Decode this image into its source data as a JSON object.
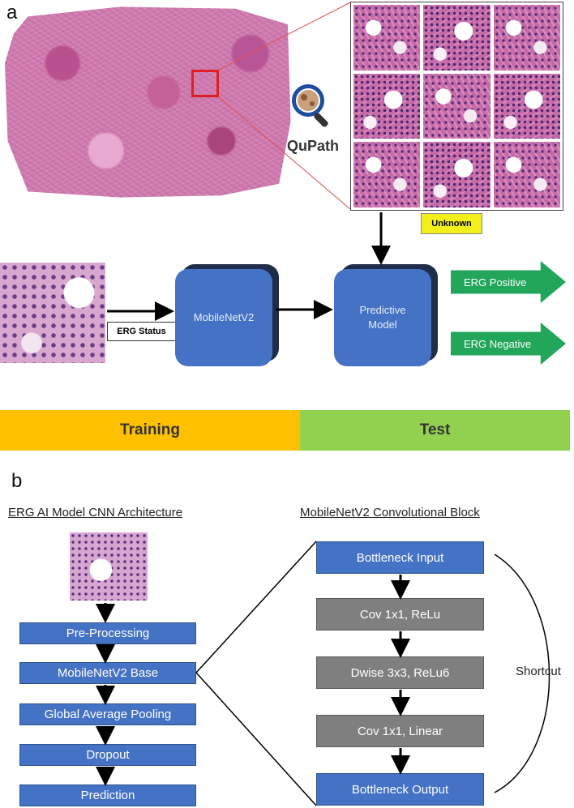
{
  "panel_a": {
    "label": "a",
    "qupath_label": "QuPath",
    "unknown_label": "Unknown",
    "erg_status_label": "ERG Status",
    "mobilenet_label": "MobileNetV2",
    "predictive_model_label": "Predictive Model",
    "erg_positive_label": "ERG Positive",
    "erg_negative_label": "ERG Negative",
    "training_label": "Training",
    "test_label": "Test",
    "colors": {
      "block_blue": "#4472c4",
      "arrow_green": "#21a65a",
      "training_orange": "#ffc000",
      "test_green": "#92d050",
      "unknown_yellow": "#f2ef1a",
      "roi_red": "#e02020"
    }
  },
  "panel_b": {
    "label": "b",
    "cnn_title": "ERG AI Model CNN Architecture",
    "block_title": "MobileNetV2 Convolutional Block",
    "cnn_steps": [
      "Pre-Processing",
      "MobileNetV2 Base",
      "Global Average Pooling",
      "Dropout",
      "Prediction"
    ],
    "block_steps": [
      "Bottleneck Input",
      "Cov 1x1, ReLu",
      "Dwise 3x3, ReLu6",
      "Cov 1x1, Linear",
      "Bottleneck Output"
    ],
    "shortcut_label": "Shortcut",
    "colors": {
      "blue": "#4472c4",
      "gray": "#7f7f7f"
    }
  }
}
